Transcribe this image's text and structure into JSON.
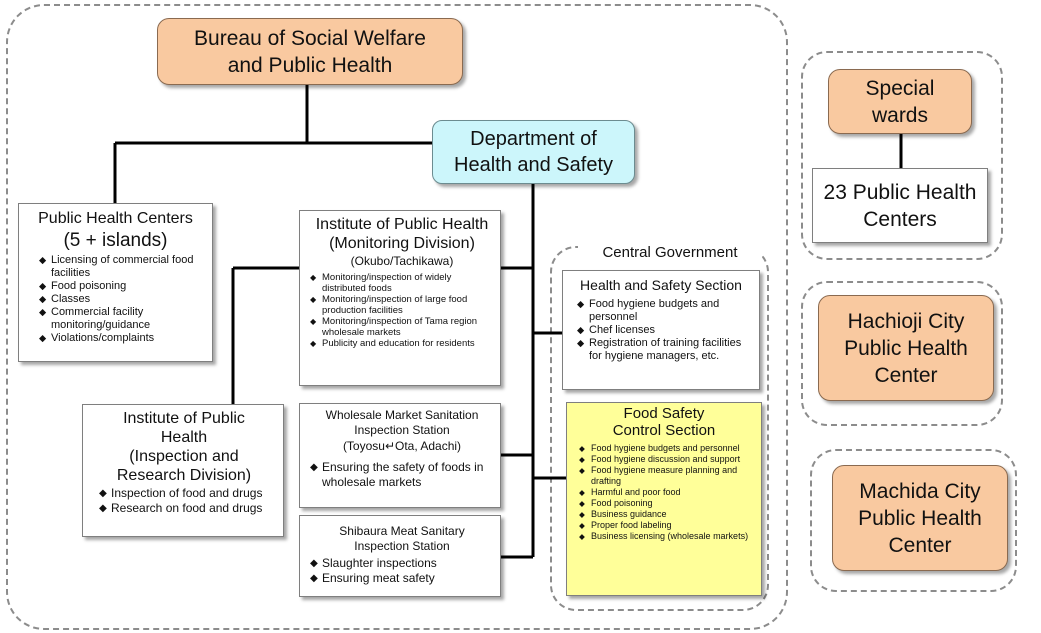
{
  "bureau": {
    "line1": "Bureau of Social Welfare",
    "line2": "and Public Health"
  },
  "department": {
    "line1": "Department of",
    "line2": "Health and Safety"
  },
  "phc": {
    "title": "Public Health Centers",
    "subtitle": "(5 + islands)",
    "items": [
      "Licensing of commercial food facilities",
      "Food poisoning",
      "Classes",
      "Commercial facility monitoring/guidance",
      "Violations/complaints"
    ]
  },
  "iph_monitoring": {
    "line1": "Institute  of Public Health",
    "line2": "(Monitoring Division)",
    "line3": "(Okubo/Tachikawa)",
    "items": [
      "Monitoring/inspection of widely distributed foods",
      "Monitoring/inspection of large food production facilities",
      "Monitoring/inspection of Tama region wholesale markets",
      "Publicity and education for residents"
    ]
  },
  "iph_research": {
    "line1": "Institute  of Public",
    "line2": "Health",
    "line3": "(Inspection and",
    "line4": "Research Division)",
    "items": [
      "Inspection of food and drugs",
      "Research on food and drugs"
    ]
  },
  "wholesale": {
    "line1": "Wholesale Market Sanitation",
    "line2": "Inspection Station",
    "line3": "(Toyosu↵Ota, Adachi)",
    "items": [
      "Ensuring the safety of foods in wholesale markets"
    ]
  },
  "shibaura": {
    "line1": "Shibaura Meat Sanitary",
    "line2": "Inspection Station",
    "items": [
      "Slaughter inspections",
      "Ensuring meat safety"
    ]
  },
  "central_gov": {
    "label": "Central Government"
  },
  "hss": {
    "title": "Health and Safety Section",
    "items": [
      "Food hygiene budgets and personnel",
      "Chef licenses",
      "Registration of training facilities for hygiene managers, etc."
    ]
  },
  "fscs": {
    "line1": "Food Safety",
    "line2": "Control Section",
    "items": [
      "Food hygiene budgets and personnel",
      "Food hygiene discussion and support",
      "Food hygiene measure planning and drafting",
      "Harmful and poor food",
      "Food poisoning",
      "Business guidance",
      "Proper food labeling",
      "Business licensing (wholesale markets)"
    ]
  },
  "special_wards": {
    "line1": "Special",
    "line2": "wards"
  },
  "phc23": {
    "line1": "23 Public Health",
    "line2": "Centers"
  },
  "hachioji": {
    "line1": "Hachioji City",
    "line2": "Public Health",
    "line3": "Center"
  },
  "machida": {
    "line1": "Machida City",
    "line2": "Public Health",
    "line3": "Center"
  },
  "colors": {
    "orange": "#f9c9a0",
    "cyan": "#ccf6fb",
    "yellow": "#ffff99",
    "line": "#000000",
    "dash": "#8c8c8c"
  }
}
